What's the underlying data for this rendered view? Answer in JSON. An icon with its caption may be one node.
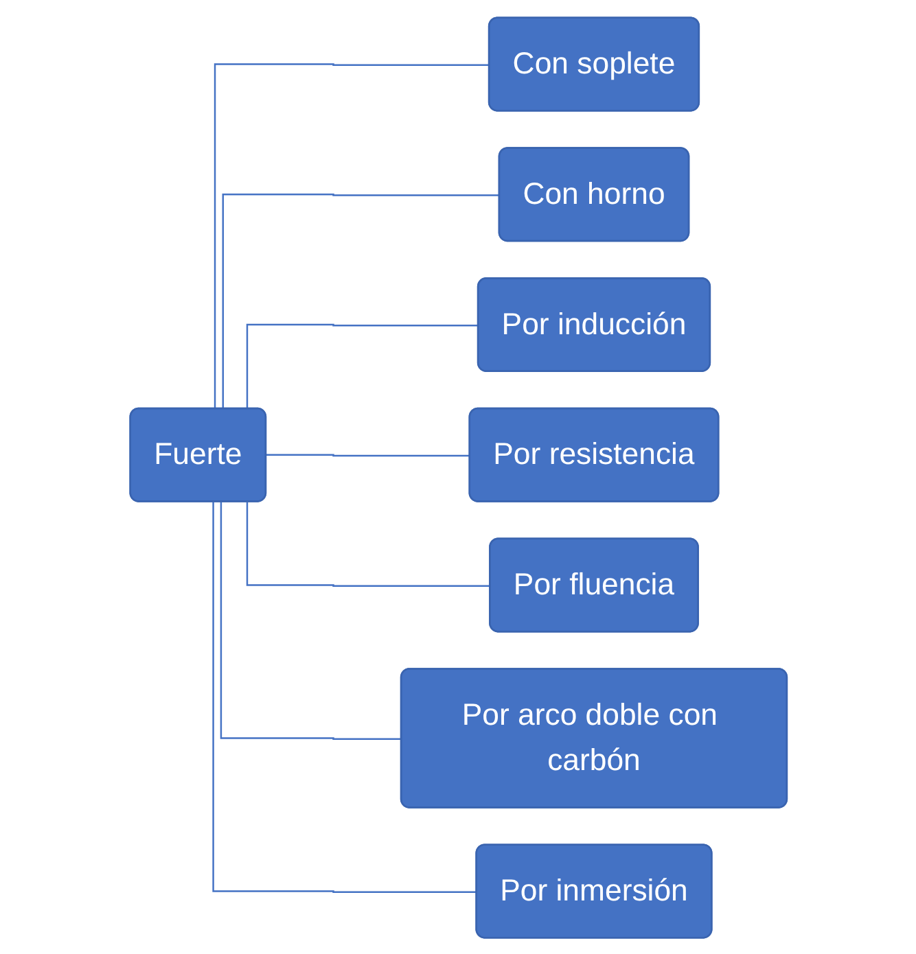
{
  "diagram": {
    "nodes": [
      {
        "text": [
          "Fuerte"
        ]
      },
      {
        "text": [
          "Con soplete"
        ]
      },
      {
        "text": [
          "Con horno"
        ]
      },
      {
        "text": [
          "Por inducción"
        ]
      },
      {
        "text": [
          "Por resistencia"
        ]
      },
      {
        "text": [
          "Por fluencia"
        ]
      },
      {
        "text": [
          "Por arco doble con carbón"
        ]
      },
      {
        "text": [
          "Por inmersión"
        ]
      }
    ],
    "edges": [
      {
        "from": 0,
        "to": 1,
        "arrow": "none"
      },
      {
        "from": 0,
        "to": 2,
        "arrow": "none"
      },
      {
        "from": 0,
        "to": 3,
        "arrow": "none"
      },
      {
        "from": 0,
        "to": 4,
        "arrow": "none"
      },
      {
        "from": 0,
        "to": 5,
        "arrow": "none"
      },
      {
        "from": 0,
        "to": 6,
        "arrow": "none"
      },
      {
        "from": 0,
        "to": 7,
        "arrow": "none"
      }
    ]
  }
}
